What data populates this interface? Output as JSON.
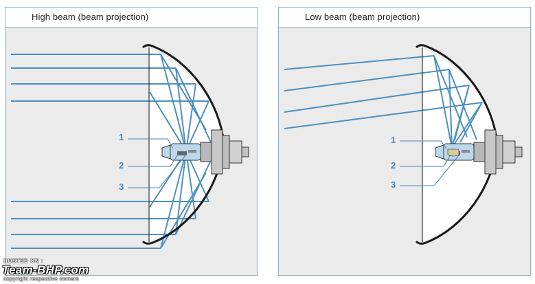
{
  "panels": {
    "high": {
      "title": "High beam (beam projection)"
    },
    "low": {
      "title": "Low beam (beam projection)"
    }
  },
  "callouts": [
    "1",
    "2",
    "3"
  ],
  "watermark": {
    "hosted": "HOSTED ON :",
    "brand": "Team-BHP.com",
    "copyright": "copyright respective owners"
  },
  "colors": {
    "ray": "#4b90c0",
    "reflector": "#1a1a1a",
    "panel_bg": "#ebebeb",
    "panel_border": "#8fb2cc",
    "callout": "#4a86b8"
  }
}
